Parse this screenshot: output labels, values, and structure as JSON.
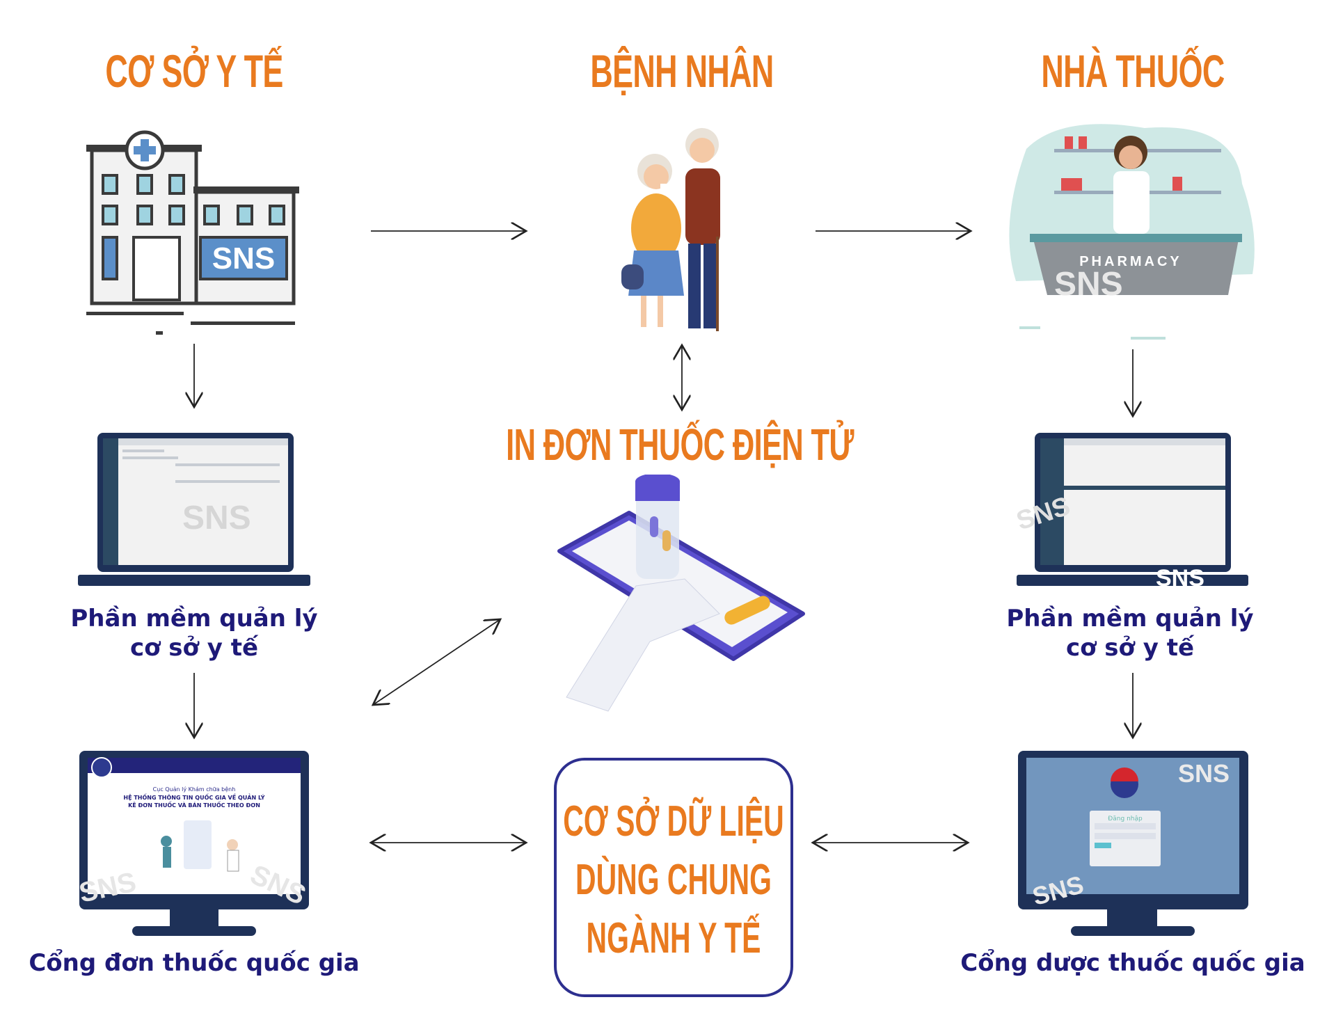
{
  "nodes": {
    "facility": {
      "title": "CƠ SỞ Y TẾ",
      "logo_text": "SNS"
    },
    "patient": {
      "title": "BỆNH NHÂN"
    },
    "pharmacy": {
      "title": "NHÀ THUỐC",
      "sign": "PHARMACY",
      "logo_text": "SNS"
    },
    "e_prescription": {
      "title": "IN ĐƠN THUỐC ĐIỆN TỬ"
    },
    "software_left": {
      "caption_line1": "Phần mềm quản lý",
      "caption_line2": "cơ sở y tế"
    },
    "software_right": {
      "caption_line1": "Phần mềm quản lý",
      "caption_line2": "cơ sở y tế"
    },
    "national_prescription_portal": {
      "caption": "Cổng đơn thuốc quốc gia",
      "screen_subtitle": "Cục Quản lý Khám chữa bệnh",
      "screen_title_line1": "HỆ THỐNG THÔNG TIN QUỐC GIA VỀ QUẢN LÝ",
      "screen_title_line2": "KÊ ĐƠN THUỐC VÀ BÁN THUỐC THEO ĐƠN"
    },
    "national_pharmacy_portal": {
      "caption": "Cổng dược thuốc quốc gia",
      "login_title": "Đăng nhập"
    },
    "shared_database": {
      "line1": "CƠ SỞ DỮ LIỆU",
      "line2": "DÙNG CHUNG",
      "line3": "NGÀNH Y TẾ"
    }
  },
  "colors": {
    "accent_orange": "#e97a1f",
    "navy": "#1e1a78",
    "monitor": "#1e3158",
    "box_border": "#2d2f8f"
  }
}
